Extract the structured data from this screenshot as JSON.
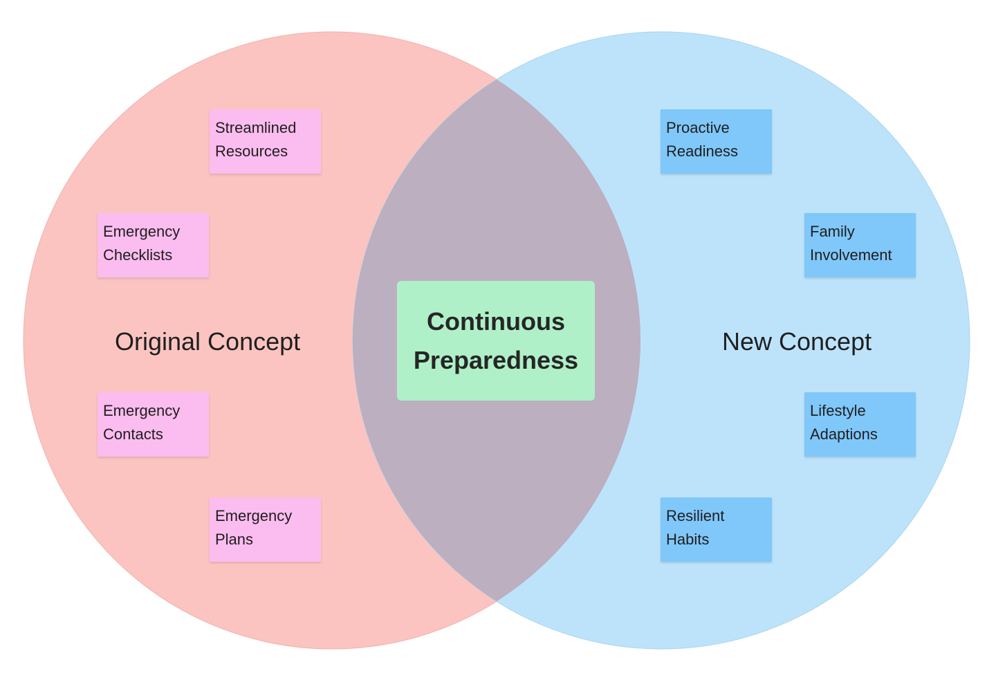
{
  "colors": {
    "left_circle": "#fbc4c0",
    "right_circle": "#bde3fb",
    "overlap": "#bbafc0",
    "center_box": "#aff0c8",
    "left_note": "#fbbcef",
    "right_note": "#80c7fa"
  },
  "left": {
    "label": "Original Concept",
    "notes": [
      {
        "line1": "Streamlined",
        "line2": "Resources"
      },
      {
        "line1": "Emergency",
        "line2": "Checklists"
      },
      {
        "line1": "Emergency",
        "line2": "Contacts"
      },
      {
        "line1": "Emergency",
        "line2": "Plans"
      }
    ]
  },
  "right": {
    "label": "New Concept",
    "notes": [
      {
        "line1": "Proactive",
        "line2": "Readiness"
      },
      {
        "line1": "Family",
        "line2": "Involvement"
      },
      {
        "line1": "Lifestyle",
        "line2": "Adaptions"
      },
      {
        "line1": "Resilient",
        "line2": "Habits"
      }
    ]
  },
  "center": {
    "line1": "Continuous",
    "line2": "Preparedness"
  }
}
